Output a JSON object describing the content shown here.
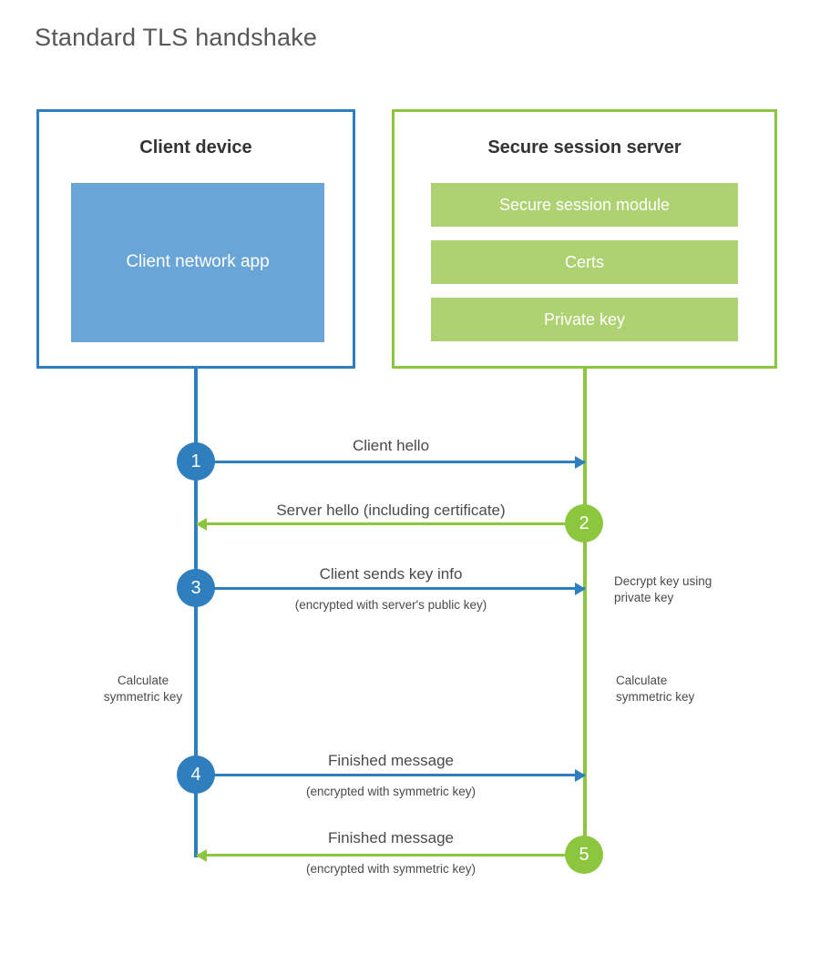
{
  "title": "Standard TLS handshake",
  "colors": {
    "client_accent": "#2f7fbf",
    "server_accent": "#8cc63e",
    "client_app_fill": "#69a5d7",
    "server_bar_fill": "#aed272",
    "text": "#4a4a4a",
    "title_text": "#565656"
  },
  "parties": {
    "client": {
      "title": "Client device",
      "app_label": "Client network app"
    },
    "server": {
      "title": "Secure session server",
      "bars": [
        {
          "label": "Secure session module"
        },
        {
          "label": "Certs"
        },
        {
          "label": "Private key"
        }
      ]
    }
  },
  "steps": [
    {
      "number": "1",
      "from": "client",
      "to": "server",
      "direction": "right",
      "primary": "Client hello",
      "secondary": ""
    },
    {
      "number": "2",
      "from": "server",
      "to": "client",
      "direction": "left",
      "primary": "Server hello (including certificate)",
      "secondary": ""
    },
    {
      "number": "3",
      "from": "client",
      "to": "server",
      "direction": "right",
      "primary": "Client sends key info",
      "secondary": "(encrypted with server's public key)"
    },
    {
      "number": "4",
      "from": "client",
      "to": "server",
      "direction": "right",
      "primary": "Finished message",
      "secondary": "(encrypted with symmetric key)"
    },
    {
      "number": "5",
      "from": "server",
      "to": "client",
      "direction": "left",
      "primary": "Finished message",
      "secondary": "(encrypted with symmetric key)"
    }
  ],
  "notes": {
    "decrypt": "Decrypt key using\nprivate key",
    "calculate_client": "Calculate\nsymmetric key",
    "calculate_server": "Calculate\nsymmetric key"
  }
}
